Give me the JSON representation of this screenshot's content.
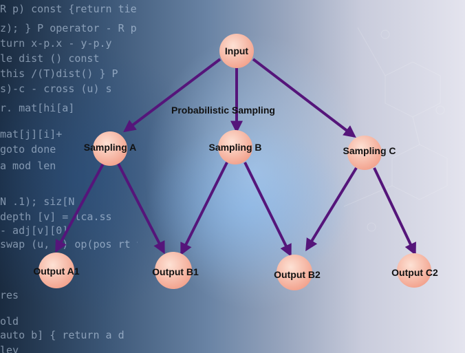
{
  "background": {
    "description_icon": "ai-head-background",
    "code_lines": [
      "R p) const {return  tie x",
      "z); } P operator - R p",
      "turn  x-p.x - y-p.y",
      "le  dist () const",
      "this /(T)dist() } P",
      "s)-c - cross (u) s",
      "r. mat[hi[a]",
      "mat[j][i]+",
      "goto  done",
      "a  mod  len",
      "N  .1);  siz[N",
      "depth [v] = lca.ss",
      "- adj[v][0]",
      "swap (u, v)  op(pos rt v)",
      "res",
      "old",
      "auto  b] { return  a d",
      "ley"
    ],
    "colors": {
      "dark": "#1a2b40",
      "light": "#e4e4ee",
      "glow": "#6eaaeb"
    }
  },
  "diagram": {
    "nodes": [
      {
        "id": "input",
        "label": "Input"
      },
      {
        "id": "sampling_a",
        "label": "Sampling A"
      },
      {
        "id": "sampling_b",
        "label": "Sampling B"
      },
      {
        "id": "sampling_c",
        "label": "Sampling C"
      },
      {
        "id": "output_a1",
        "label": "Output A1"
      },
      {
        "id": "output_b1",
        "label": "Output B1"
      },
      {
        "id": "output_b2",
        "label": "Output B2"
      },
      {
        "id": "output_c2",
        "label": "Output C2"
      }
    ],
    "edges": [
      {
        "from": "input",
        "to": "sampling_a"
      },
      {
        "from": "input",
        "to": "sampling_b"
      },
      {
        "from": "input",
        "to": "sampling_c"
      },
      {
        "from": "sampling_a",
        "to": "output_a1"
      },
      {
        "from": "sampling_a",
        "to": "output_b1"
      },
      {
        "from": "sampling_b",
        "to": "output_b1"
      },
      {
        "from": "sampling_b",
        "to": "output_b2"
      },
      {
        "from": "sampling_c",
        "to": "output_b2"
      },
      {
        "from": "sampling_c",
        "to": "output_c2"
      }
    ],
    "edge_label": "Probabilistic  Sampling",
    "colors": {
      "edge": "#55157a",
      "node_fill_light": "#fde1d4",
      "node_fill_dark": "#f2a08b",
      "label": "#111111"
    }
  }
}
